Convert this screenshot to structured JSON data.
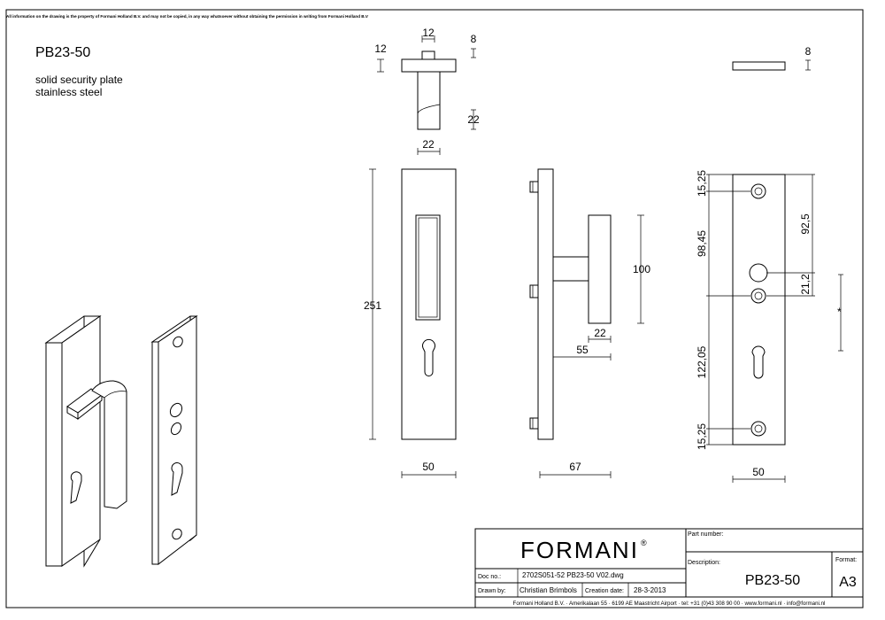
{
  "header": {
    "notice": "All information on the drawing is the property of Formani Holland B.V. and may not be copied, in any way whatsoever without obtaining the permission in writing from Formani Holland B.V"
  },
  "product": {
    "code": "PB23-50",
    "desc_line1": "solid security plate",
    "desc_line2": "stainless steel"
  },
  "dims": {
    "top_width": "12",
    "top_thick": "8",
    "top_height": "12",
    "top_depth": "22",
    "top_base": "22",
    "front_height": "251",
    "front_width": "50",
    "side_handle": "100",
    "side_22": "22",
    "side_55": "55",
    "side_width": "67",
    "back_thick": "8",
    "back_15a": "15,25",
    "back_9845": "98,45",
    "back_925": "92,5",
    "back_212": "21,2",
    "back_star": "*",
    "back_12205": "122,05",
    "back_15b": "15,25",
    "back_width": "50"
  },
  "titleblock": {
    "brand": "FORMANI",
    "registered": "®",
    "part_number_label": "Part number:",
    "description_label": "Description:",
    "description_value": "PB23-50",
    "format_label": "Format:",
    "format_value": "A3",
    "doc_no_label": "Doc no.:",
    "doc_no_value": "2702S051-52 PB23-50 V02.dwg",
    "drawn_by_label": "Drawn by:",
    "drawn_by_value": "Christian Brimbols",
    "creation_date_label": "Creation date:",
    "creation_date_value": "28-3-2013",
    "footer": "Formani Holland B.V. · Amerikalaan 55 · 6199 AE Maastricht Airport · tel: +31 (0)43 308 90 00 · www.formani.nl · info@formani.nl"
  }
}
